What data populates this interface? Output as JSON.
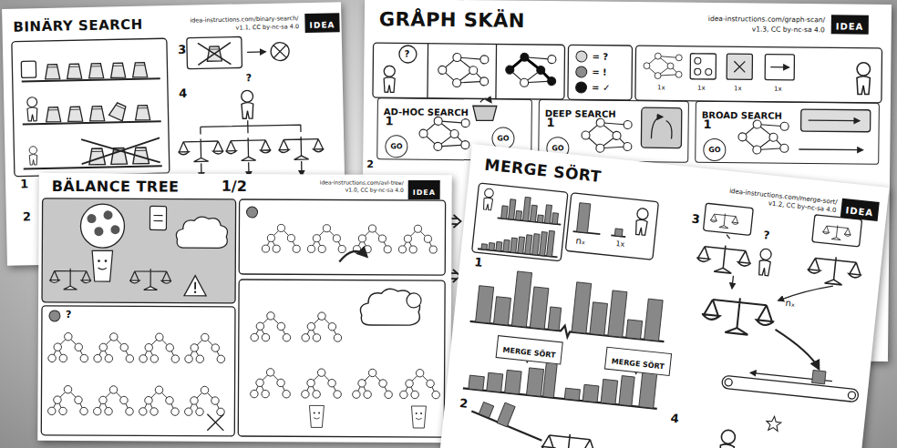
{
  "diagram": {
    "nodes": [
      {
        "text": [
          "BINÄRY SEARCH"
        ]
      },
      {
        "text": [
          "IDEA"
        ],
        "in": 0
      },
      {
        "text": [
          "GRÅPH SKÄN"
        ]
      },
      {
        "text": [
          "IDEA"
        ],
        "in": 2
      },
      {
        "text": [
          "AD-HOC SEARCH"
        ],
        "in": 2
      },
      {
        "text": [
          "GO"
        ],
        "in": 4
      },
      {
        "text": [
          "GO"
        ],
        "in": 4
      },
      {
        "text": [
          "DEEP SEARCH"
        ],
        "in": 2
      },
      {
        "text": [
          "GO"
        ],
        "in": 7
      },
      {
        "text": [
          "BROAD SEARCH"
        ],
        "in": 2
      },
      {
        "text": [
          "GO"
        ],
        "in": 9
      },
      {
        "text": [
          "BÄLANCE TREE"
        ]
      },
      {
        "text": [
          "IDEA"
        ],
        "in": 11
      },
      {
        "text": [
          "MERGE SÖRT"
        ]
      },
      {
        "text": [
          "IDEA"
        ],
        "in": 13
      },
      {
        "text": [
          "MERGE SÖRT"
        ],
        "in": 13
      },
      {
        "text": [
          "MERGE SÖRT"
        ],
        "in": 13
      }
    ],
    "labels": [
      "idea-instructions.com/binary-search/",
      "v1.1, CC by-nc-sa 4.0",
      "3",
      "4",
      "?",
      "1",
      "2",
      "idea-instructions.com/graph-scan/",
      "v1.3, CC by-nc-sa 4.0",
      "1x",
      "1x",
      "1x",
      "1x",
      "1",
      "1",
      "1",
      "2",
      "1/2",
      "idea-instructions.com/avl-tree/",
      "v1.0, CC by-nc-sa 4.0",
      "idea-instructions.com/merge-sort/",
      "v1.2, CC by-nc-sa 4.0",
      "nₓ",
      "1x",
      "1",
      "2",
      "3",
      "?",
      "nₓ",
      "4",
      "?",
      "?"
    ],
    "legend": [
      {
        "text": "= ?",
        "color": "#d6d6d6"
      },
      {
        "text": "= !",
        "color": "#8c8c8c"
      },
      {
        "text": "= ✓",
        "color": "#111111"
      }
    ]
  }
}
